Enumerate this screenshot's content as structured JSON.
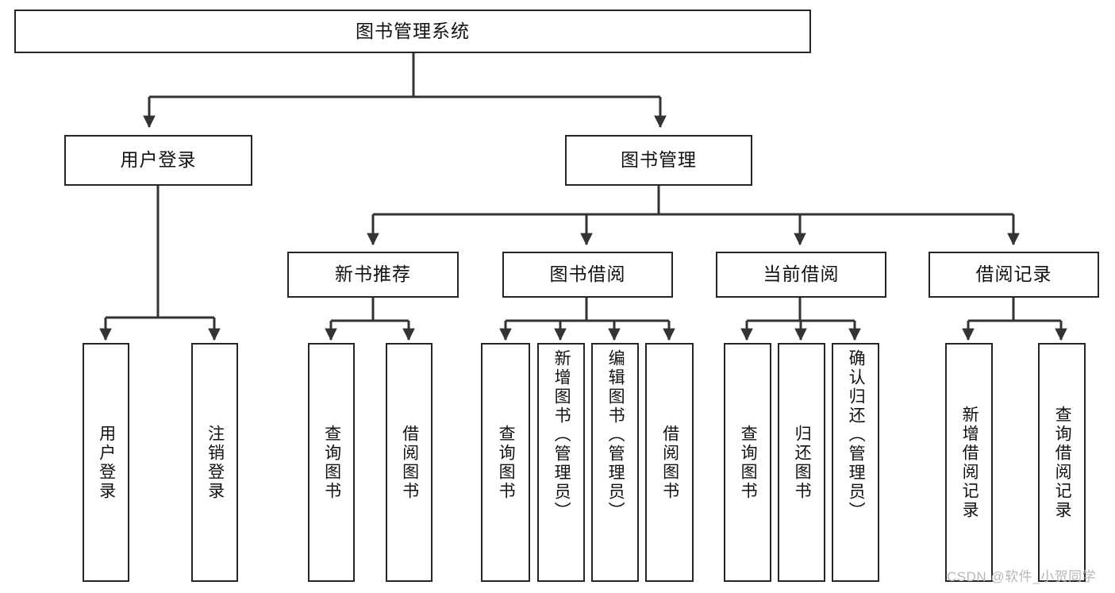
{
  "diagram": {
    "title": "图书管理系统",
    "type": "功能结构图",
    "watermark": "CSDN @软件_小贺同学",
    "colors": {
      "node_border": "#262626",
      "node_fill": "#ffffff",
      "edge": "#333333",
      "text": "#111111",
      "watermark": "#b8b8b8"
    },
    "nodes": {
      "root": {
        "label": "图书管理系统"
      },
      "level2": [
        {
          "label": "用户登录"
        },
        {
          "label": "图书管理"
        }
      ],
      "level3": [
        {
          "label": "新书推荐"
        },
        {
          "label": "图书借阅"
        },
        {
          "label": "当前借阅"
        },
        {
          "label": "借阅记录"
        }
      ],
      "leaves_user_login": [
        {
          "label": "用户登录"
        },
        {
          "label": "注销登录"
        }
      ],
      "leaves_new_book": [
        {
          "label": "查询图书"
        },
        {
          "label": "借阅图书"
        }
      ],
      "leaves_borrow": [
        {
          "label": "查询图书"
        },
        {
          "label": "新增图书（管理员）"
        },
        {
          "label": "编辑图书（管理员）"
        },
        {
          "label": "借阅图书"
        }
      ],
      "leaves_current": [
        {
          "label": "查询图书"
        },
        {
          "label": "归还图书"
        },
        {
          "label": "确认归还（管理员）"
        }
      ],
      "leaves_records": [
        {
          "label": "新增借阅记录"
        },
        {
          "label": "查询借阅记录"
        }
      ]
    }
  }
}
